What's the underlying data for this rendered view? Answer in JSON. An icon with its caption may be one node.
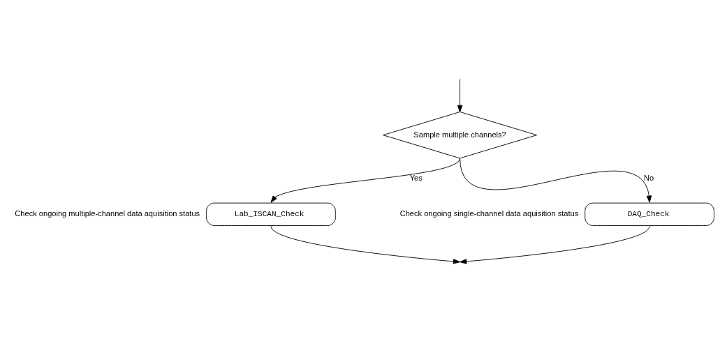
{
  "diagram": {
    "nodes": [
      {
        "text": [
          "Sample multiple channels?"
        ]
      },
      {
        "text": [
          "Lab_ISCAN_Check"
        ],
        "beside": [
          "Check ongoing multiple-channel data aquisition status"
        ]
      },
      {
        "text": [
          "DAQ_Check"
        ],
        "beside": [
          "Check ongoing single-channel data aquisition status"
        ]
      }
    ],
    "edges": [
      {
        "from": null,
        "to": 0,
        "arrow": "to"
      },
      {
        "from": 0,
        "to": 1,
        "label": "Yes",
        "arrow": "to"
      },
      {
        "from": 0,
        "to": 2,
        "label": "No",
        "arrow": "to"
      },
      {
        "from": 1,
        "to": null,
        "arrow": "to"
      },
      {
        "from": 2,
        "to": null,
        "arrow": "to"
      }
    ]
  }
}
